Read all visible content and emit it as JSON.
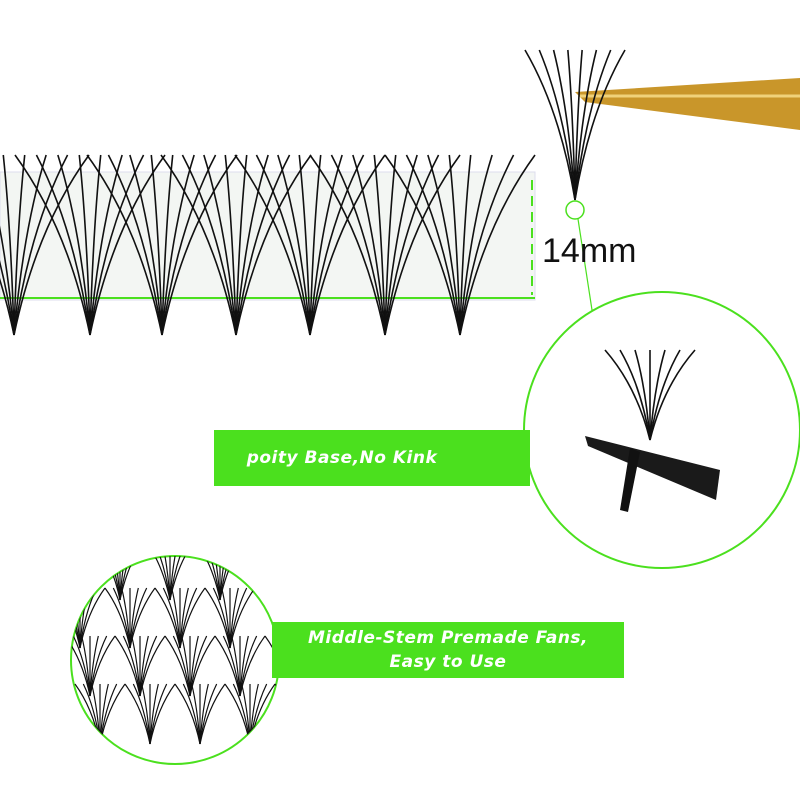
{
  "measure_label": "14mm",
  "banner_1": "poity Base,No Kink",
  "banner_2_line1": "Middle-Stem Premade Fans,",
  "banner_2_line2": "Easy to Use",
  "colors": {
    "accent": "#4be01e",
    "gold": "#c9962a",
    "lash": "#111111"
  }
}
